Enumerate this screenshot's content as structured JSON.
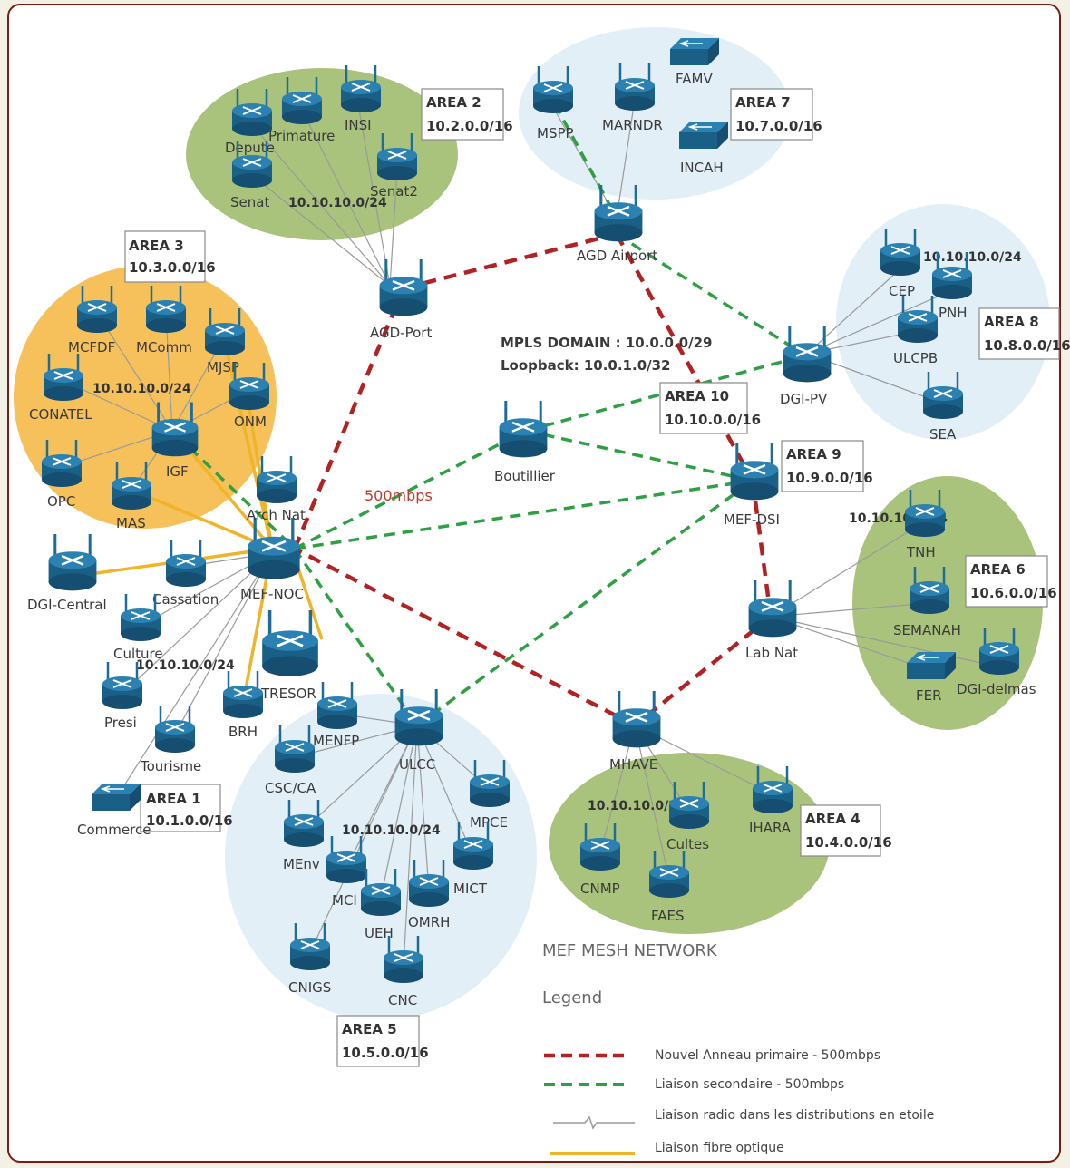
{
  "diagram": {
    "title": "MEF MESH NETWORK",
    "legend_title": "Legend",
    "mpls": {
      "line1": "MPLS DOMAIN :   10.0.0.0/29",
      "line2": "Loopback: 10.0.1.0/32"
    },
    "speed_label": "500mbps",
    "colors": {
      "primary": "#b22222",
      "secondary": "#2ea043",
      "radio": "#9a9a9a",
      "fiber": "#f0b429",
      "area_green": "#a8c07a",
      "area_blue": "#dfeef7",
      "area_orange": "#f6c15a",
      "router": "#1f6d96"
    }
  },
  "legend": [
    {
      "label": "Nouvel Anneau primaire - 500mbps",
      "style": "primary"
    },
    {
      "label": "Liaison secondaire - 500mbps",
      "style": "secondary"
    },
    {
      "label": "Liaison radio dans les distributions en etoile",
      "style": "radio"
    },
    {
      "label": "Liaison fibre optique",
      "style": "fiber"
    }
  ],
  "areas": [
    {
      "name": "AREA 1",
      "subnet": "10.1.0.0/16"
    },
    {
      "name": "AREA 2",
      "subnet": "10.2.0.0/16"
    },
    {
      "name": "AREA 3",
      "subnet": "10.3.0.0/16"
    },
    {
      "name": "AREA 4",
      "subnet": "10.4.0.0/16"
    },
    {
      "name": "AREA 5",
      "subnet": "10.5.0.0/16"
    },
    {
      "name": "AREA 6",
      "subnet": "10.6.0.0/16"
    },
    {
      "name": "AREA 7",
      "subnet": "10.7.0.0/16"
    },
    {
      "name": "AREA 8",
      "subnet": "10.8.0.0/16"
    },
    {
      "name": "AREA 9",
      "subnet": "10.9.0.0/16"
    },
    {
      "name": "AREA 10",
      "subnet": "10.10.0.0/16"
    }
  ],
  "subnets": {
    "area2": "10.10.10.0/24",
    "area3": "10.10.10.0/24",
    "area1": "10.10.10.0/24",
    "area5": "10.10.10.0/24",
    "area4": "10.10.10.0/24",
    "area6": "10.10.10.0/24",
    "area8": "10.10.10.0/24"
  },
  "nodes": {
    "agd_port": "AGD-Port",
    "agd_airport": "AGD Airport",
    "dgi_pv": "DGI-PV",
    "mef_dsi": "MEF-DSI",
    "lab_nat": "Lab Nat",
    "mhave": "MHAVE",
    "ulcc": "ULCC",
    "mef_noc": "MEF-NOC",
    "boutillier": "Boutillier",
    "depute": "Depute",
    "primature": "Primature",
    "insi": "INSI",
    "senat": "Senat",
    "senat2": "Senat2",
    "mspp": "MSPP",
    "marndr": "MARNDR",
    "famv": "FAMV",
    "incah": "INCAH",
    "mcfdf": "MCFDF",
    "mcomm": "MComm",
    "mjsp": "MJSP",
    "conatel": "CONATEL",
    "onm": "ONM",
    "igf": "IGF",
    "opc": "OPC",
    "mas": "MAS",
    "arch_nat": "Arch Nat",
    "dgi_central": "DGI-Central",
    "cassation": "Cassation",
    "culture": "Culture",
    "presi": "Presi",
    "tresor": "TRESOR",
    "brh": "BRH",
    "tourisme": "Tourisme",
    "commerce": "Commerce",
    "cep": "CEP",
    "pnh": "PNH",
    "ulcpb": "ULCPB",
    "sea": "SEA",
    "tnh": "TNH",
    "semanah": "SEMANAH",
    "fer": "FER",
    "dgi_delmas": "DGI-delmas",
    "menfp": "MENFP",
    "csc_ca": "CSC/CA",
    "mpce": "MPCE",
    "menv": "MEnv",
    "mci": "MCI",
    "mict": "MICT",
    "ueh": "UEH",
    "omrh": "OMRH",
    "cnigs": "CNIGS",
    "cnc": "CNC",
    "cultes": "Cultes",
    "ihara": "IHARA",
    "cnmp": "CNMP",
    "faes": "FAES"
  }
}
